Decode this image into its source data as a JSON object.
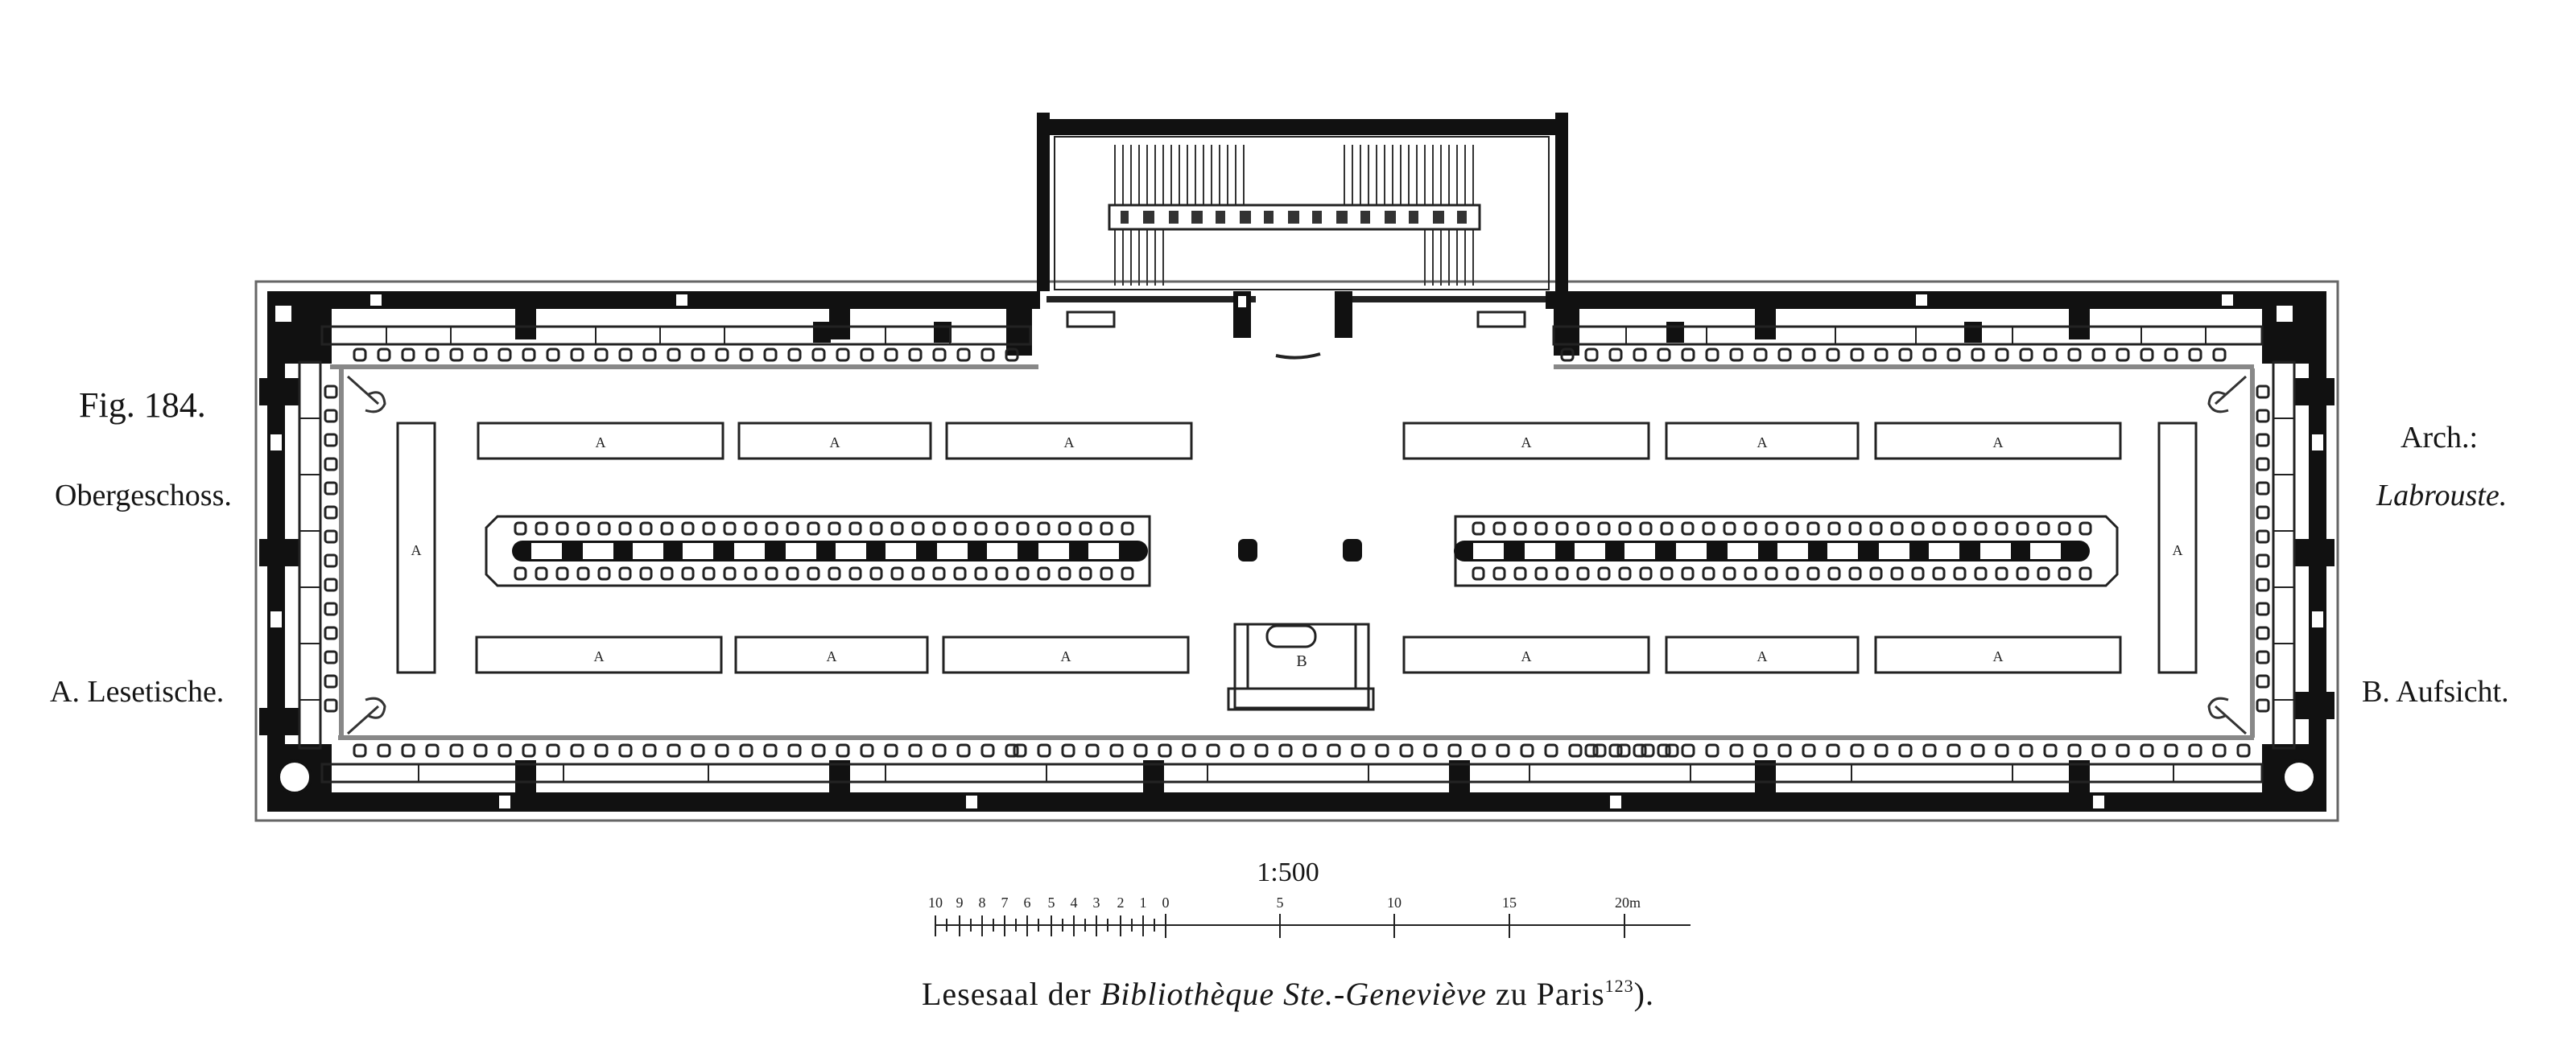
{
  "figure": {
    "number_label": "Fig. 184.",
    "floor_label": "Obergeschoss.",
    "legend": [
      {
        "key": "A",
        "text": "A. Lesetische."
      },
      {
        "key": "B",
        "text": "B. Aufsicht."
      }
    ],
    "architect_label": "Arch.:",
    "architect_name": "Labrouste.",
    "caption": {
      "prefix": "Lesesaal der",
      "italic_part": "Bibliothèque Ste.-Geneviève",
      "suffix": "zu Paris",
      "footnote": "123",
      "closing": ")."
    }
  },
  "plan": {
    "table_label": "A",
    "supervision_label": "B",
    "colors": {
      "ink": "#111111",
      "paper": "#ffffff",
      "frame": "#555555"
    }
  },
  "scale_bar": {
    "ratio_label": "1:500",
    "left_ticks": [
      "10",
      "9",
      "8",
      "7",
      "6",
      "5",
      "4",
      "3",
      "2",
      "1",
      "0"
    ],
    "right_ticks": [
      "5",
      "10",
      "15",
      "20m"
    ]
  }
}
